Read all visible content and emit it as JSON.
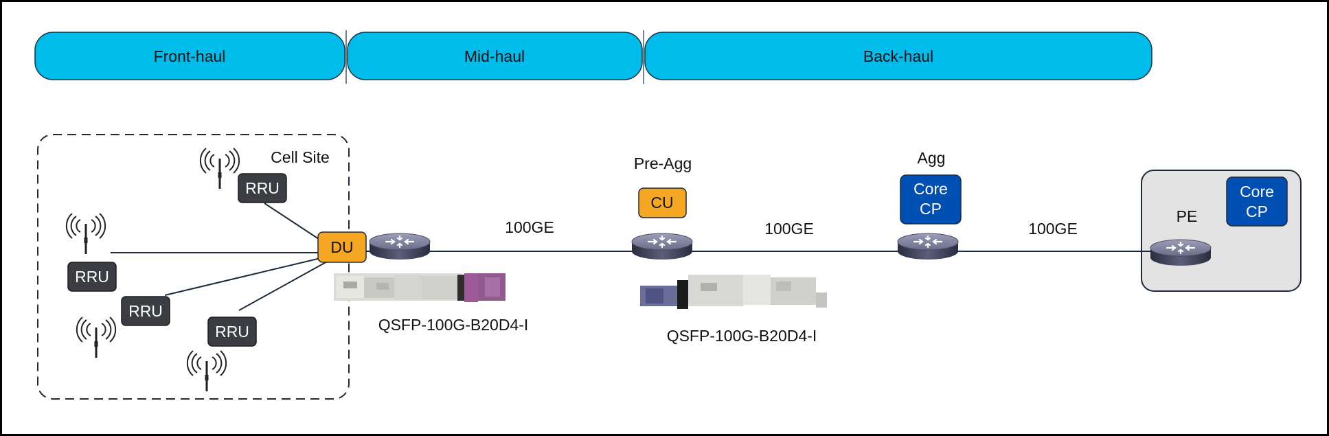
{
  "segments": [
    {
      "label": "Front-haul"
    },
    {
      "label": "Mid-haul"
    },
    {
      "label": "Back-haul"
    }
  ],
  "cell_site": {
    "label": "Cell Site",
    "rru_label": "RRU",
    "du_label": "DU"
  },
  "pre_agg": {
    "label": "Pre-Agg",
    "cu_label": "CU"
  },
  "agg": {
    "label": "Agg",
    "core_line1": "Core",
    "core_line2": "CP"
  },
  "pe": {
    "label": "PE",
    "core_line1": "Core",
    "core_line2": "CP"
  },
  "links": [
    {
      "speed": "100GE"
    },
    {
      "speed": "100GE"
    },
    {
      "speed": "100GE"
    }
  ],
  "optics": [
    {
      "part": "QSFP-100G-B20D4-I"
    },
    {
      "part": "QSFP-100G-B20D4-I"
    }
  ],
  "colors": {
    "segment_fill": "#00BCEB",
    "rru_fill": "#3B3D42",
    "du_fill": "#F5A623",
    "core_fill": "#0050B3",
    "pe_box_fill": "#E3E3E3",
    "line": "#1E2A3A"
  }
}
